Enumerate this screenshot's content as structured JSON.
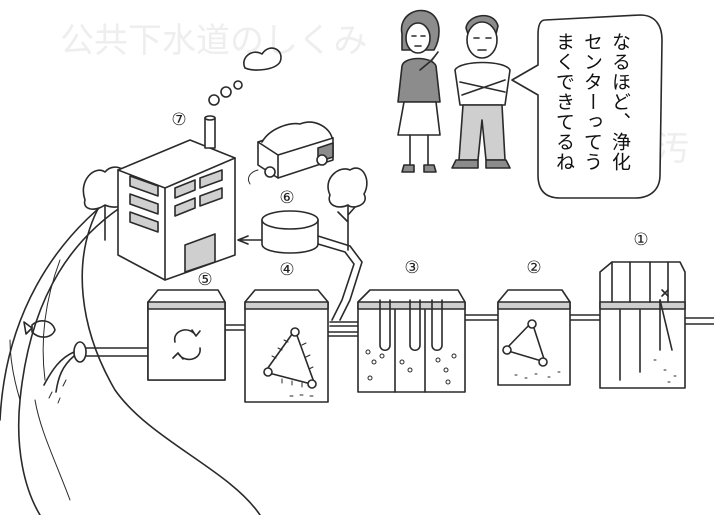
{
  "background_text": {
    "top": "公共下水道のしくみ",
    "right": "汚"
  },
  "speech_bubble": {
    "lines": [
      "なるほど、浄化",
      "センターってう",
      "まくできてるね"
    ]
  },
  "stage_labels": [
    "①",
    "②",
    "③",
    "④",
    "⑤",
    "⑥",
    "⑦"
  ]
}
